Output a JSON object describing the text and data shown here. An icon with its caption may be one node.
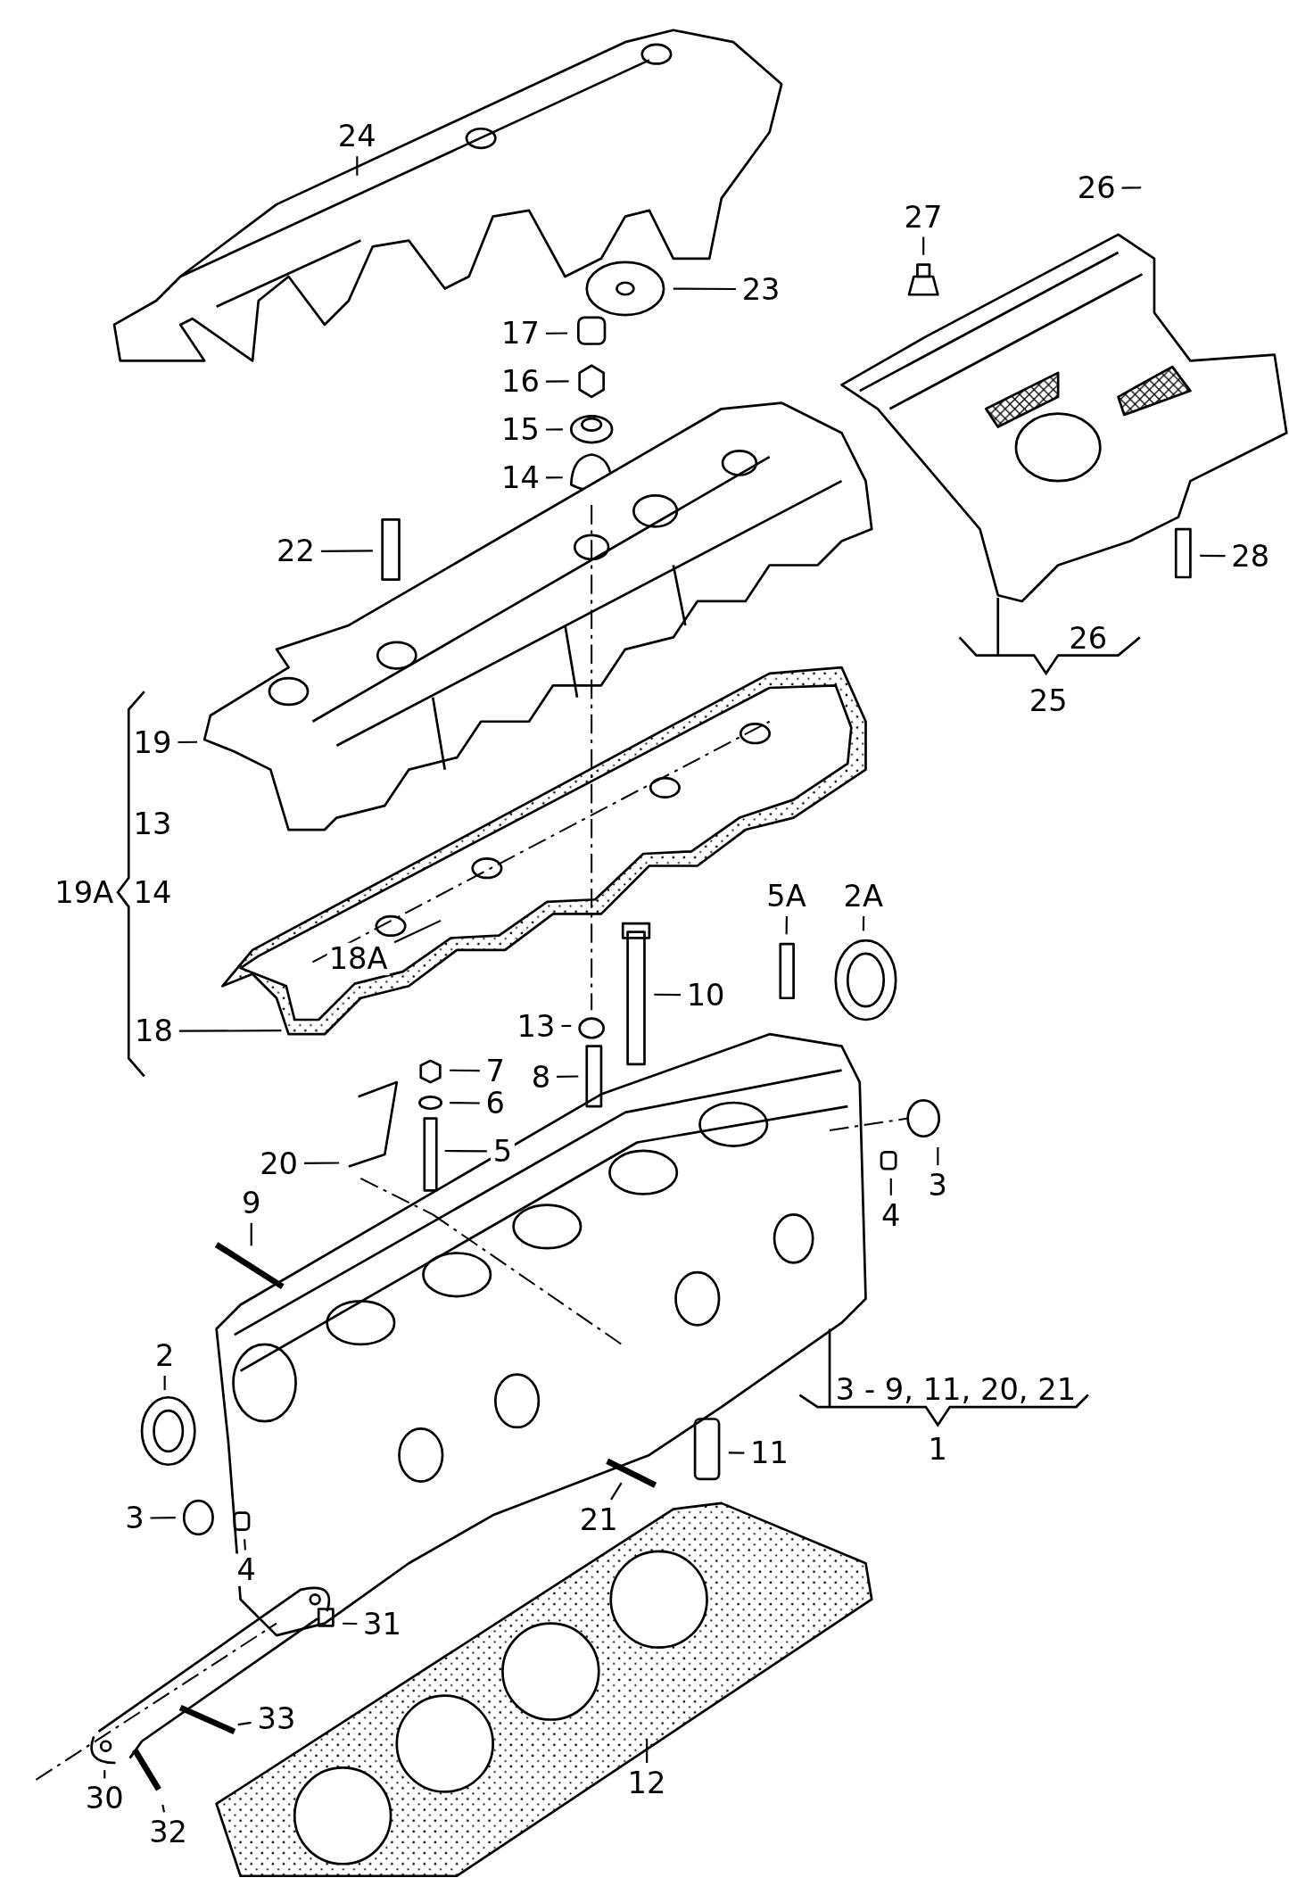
{
  "diagram": {
    "nodes": [
      {
        "text": [
          "24"
        ]
      },
      {
        "text": [
          "26"
        ]
      },
      {
        "text": [
          "27"
        ]
      },
      {
        "text": [
          "23"
        ]
      },
      {
        "text": [
          "17"
        ]
      },
      {
        "text": [
          "16"
        ]
      },
      {
        "text": [
          "15"
        ]
      },
      {
        "text": [
          "14"
        ]
      },
      {
        "text": [
          "22"
        ]
      },
      {
        "text": [
          "28"
        ]
      },
      {
        "text": [
          "19"
        ]
      },
      {
        "text": [
          "5A"
        ]
      },
      {
        "text": [
          "2A"
        ]
      },
      {
        "text": [
          "18A"
        ]
      },
      {
        "text": [
          "10"
        ]
      },
      {
        "text": [
          "13"
        ]
      },
      {
        "text": [
          "18"
        ]
      },
      {
        "text": [
          "7"
        ]
      },
      {
        "text": [
          "8"
        ]
      },
      {
        "text": [
          "6"
        ]
      },
      {
        "text": [
          "5"
        ]
      },
      {
        "text": [
          "20"
        ]
      },
      {
        "text": [
          "3"
        ]
      },
      {
        "text": [
          "9"
        ]
      },
      {
        "text": [
          "4"
        ]
      },
      {
        "text": [
          "2"
        ]
      },
      {
        "text": [
          "11"
        ]
      },
      {
        "text": [
          "3"
        ]
      },
      {
        "text": [
          "21"
        ]
      },
      {
        "text": [
          "4"
        ]
      },
      {
        "text": [
          "31"
        ]
      },
      {
        "text": [
          "33"
        ]
      },
      {
        "text": [
          "12"
        ]
      },
      {
        "text": [
          "30"
        ]
      },
      {
        "text": [
          "32"
        ]
      }
    ],
    "edges": [
      {
        "from": 0,
        "to": null,
        "arrow": "none"
      },
      {
        "from": 1,
        "to": null,
        "arrow": "none"
      },
      {
        "from": 2,
        "to": null,
        "arrow": "none"
      },
      {
        "from": 3,
        "to": null,
        "arrow": "none"
      },
      {
        "from": 4,
        "to": null,
        "arrow": "none"
      },
      {
        "from": 5,
        "to": null,
        "arrow": "none"
      },
      {
        "from": 6,
        "to": null,
        "arrow": "none"
      },
      {
        "from": 7,
        "to": null,
        "arrow": "none"
      },
      {
        "from": 8,
        "to": null,
        "arrow": "none"
      },
      {
        "from": 9,
        "to": null,
        "arrow": "none"
      },
      {
        "from": 10,
        "to": null,
        "arrow": "none"
      },
      {
        "from": 11,
        "to": null,
        "arrow": "none"
      },
      {
        "from": 12,
        "to": null,
        "arrow": "none"
      },
      {
        "from": 13,
        "to": null,
        "arrow": "none"
      },
      {
        "from": 14,
        "to": null,
        "arrow": "none"
      },
      {
        "from": 15,
        "to": null,
        "arrow": "none"
      },
      {
        "from": 16,
        "to": null,
        "arrow": "none"
      },
      {
        "from": 17,
        "to": null,
        "arrow": "none"
      },
      {
        "from": 18,
        "to": null,
        "arrow": "none"
      },
      {
        "from": 19,
        "to": null,
        "arrow": "none"
      },
      {
        "from": 20,
        "to": null,
        "arrow": "none"
      },
      {
        "from": 21,
        "to": null,
        "arrow": "none"
      },
      {
        "from": 22,
        "to": null,
        "arrow": "none"
      },
      {
        "from": 23,
        "to": null,
        "arrow": "none"
      },
      {
        "from": 24,
        "to": null,
        "arrow": "none"
      },
      {
        "from": 25,
        "to": null,
        "arrow": "none"
      },
      {
        "from": 26,
        "to": null,
        "arrow": "none"
      },
      {
        "from": 27,
        "to": null,
        "arrow": "none"
      },
      {
        "from": 28,
        "to": null,
        "arrow": "none"
      },
      {
        "from": 29,
        "to": null,
        "arrow": "none"
      },
      {
        "from": 30,
        "to": null,
        "arrow": "none"
      },
      {
        "from": 31,
        "to": null,
        "arrow": "none"
      },
      {
        "from": 32,
        "to": null,
        "arrow": "none"
      },
      {
        "from": 33,
        "to": null,
        "arrow": "none"
      },
      {
        "from": 34,
        "to": null,
        "arrow": "none"
      }
    ],
    "labels": [
      "26",
      "25",
      "13",
      "19A",
      "14",
      "3 - 9, 11, 20, 21",
      "1"
    ]
  }
}
